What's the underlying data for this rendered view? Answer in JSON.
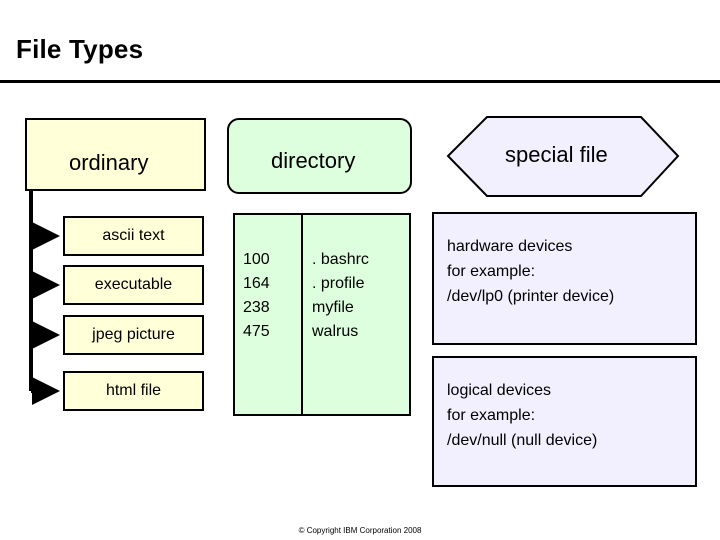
{
  "title": "File Types",
  "ordinary": {
    "label": "ordinary",
    "items": [
      "ascii text",
      "executable",
      "jpeg picture",
      "html file"
    ]
  },
  "directory": {
    "label": "directory",
    "inodes": [
      "100",
      "164",
      "238",
      "475"
    ],
    "names": [
      ". bashrc",
      ". profile",
      "myfile",
      "walrus"
    ]
  },
  "special": {
    "label": "special file",
    "hardware": [
      "hardware devices",
      "for example:",
      "/dev/lp0 (printer device)"
    ],
    "logical": [
      "logical devices",
      "for example:",
      "/dev/null (null device)"
    ]
  },
  "footer": "© Copyright IBM Corporation 2008",
  "colors": {
    "ordinary_fill": "#ffffd8",
    "directory_fill": "#ddffdd",
    "special_fill": "#f2f0ff"
  }
}
